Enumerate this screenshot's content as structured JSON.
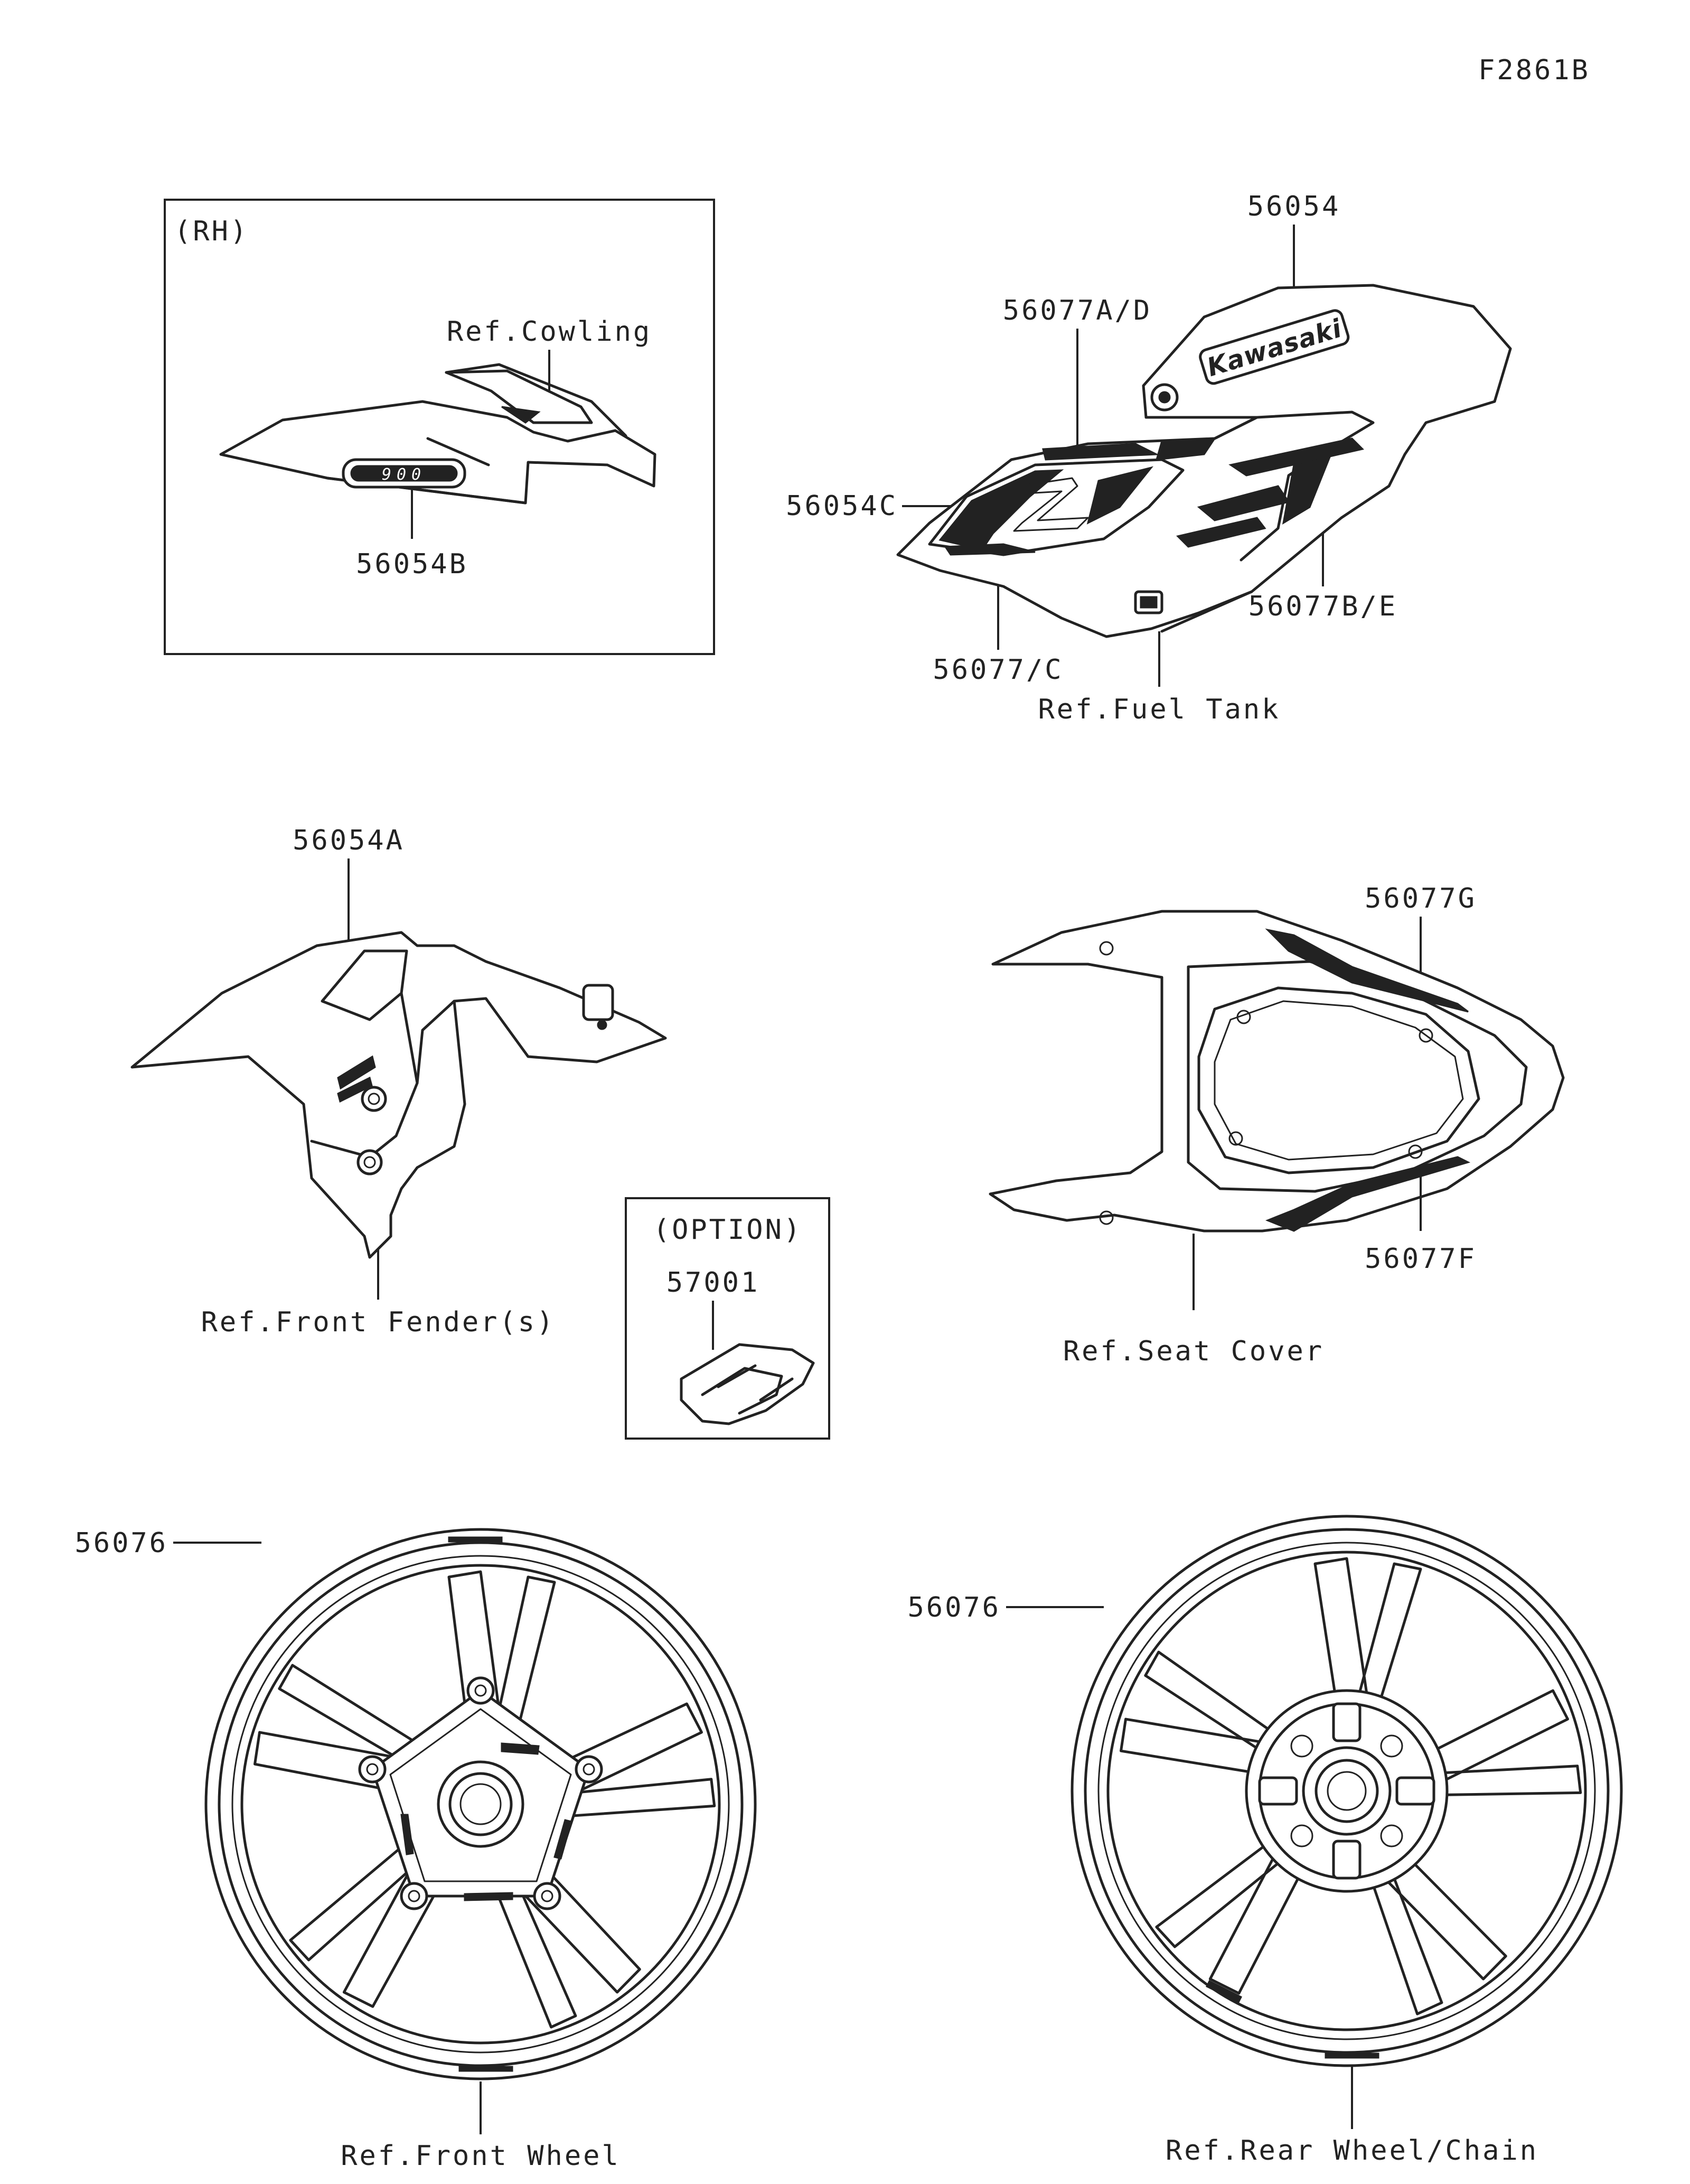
{
  "figure_id": "F2861B",
  "groups": {
    "rh": {
      "title": "(RH)",
      "ref_cowling": "Ref.Cowling",
      "part_56054B": "56054B",
      "badge_text": "900"
    },
    "tank": {
      "part_56054": "56054",
      "part_56077AD": "56077A/D",
      "part_56054C": "56054C",
      "part_56077BE": "56077B/E",
      "part_56077C": "56077/C",
      "ref_fuel_tank": "Ref.Fuel Tank",
      "logo_text": "Kawasaki"
    },
    "fender": {
      "part_56054A": "56054A",
      "ref_front_fender": "Ref.Front Fender(s)"
    },
    "seat": {
      "part_56077G": "56077G",
      "part_56077F": "56077F",
      "ref_seat_cover": "Ref.Seat Cover"
    },
    "option": {
      "title": "(OPTION)",
      "part_57001": "57001"
    },
    "front_wheel": {
      "part_56076": "56076",
      "ref_front_wheel": "Ref.Front Wheel"
    },
    "rear_wheel": {
      "part_56076": "56076",
      "ref_rear_wheel": "Ref.Rear Wheel/Chain"
    }
  }
}
